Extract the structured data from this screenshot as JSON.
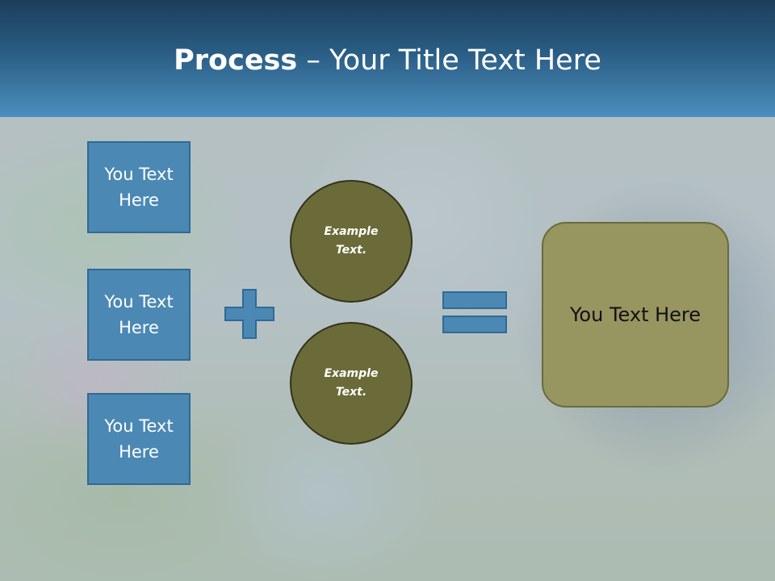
{
  "slide": {
    "title_bold": "Process",
    "title_rest": " – Your Title Text Here"
  },
  "boxes": [
    {
      "label": "You Text Here"
    },
    {
      "label": "You Text Here"
    },
    {
      "label": "You Text Here"
    }
  ],
  "circles": [
    {
      "label": "Example Text."
    },
    {
      "label": "Example Text."
    }
  ],
  "result": {
    "label": "You Text Here"
  },
  "colors": {
    "header": "#2a5d84",
    "box_fill": "#4b88b4",
    "circle_fill": "#6b6b39",
    "result_fill": "#979560",
    "operator_fill": "#4b88b4"
  },
  "icons": {
    "plus": "plus-icon",
    "equals": "equals-icon"
  }
}
